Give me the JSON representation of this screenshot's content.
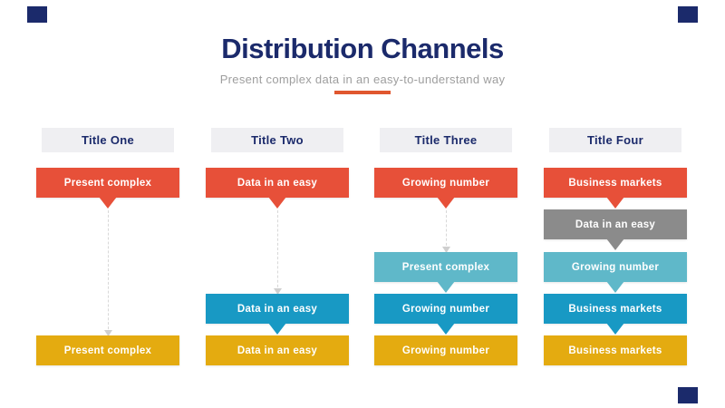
{
  "slide": {
    "title": "Distribution Channels",
    "subtitle": "Present complex data in an easy-to-understand way",
    "colors": {
      "navy": "#1B2A6B",
      "orange": "#E75039",
      "yellow": "#E4AB10",
      "teal": "#1899C4",
      "light_teal": "#5FB8C9",
      "gray": "#8B8B8B",
      "header_bg": "#EFEFF2",
      "subtitle_gray": "#9E9E9E",
      "underline_accent": "#E0572F",
      "connector_gray": "#D8D8D8"
    },
    "columns": [
      {
        "title": "Title One",
        "bars": [
          {
            "label": "Present complex",
            "color_key": "orange",
            "row": 0,
            "pointer": true
          },
          {
            "label": "Present complex",
            "color_key": "yellow",
            "row": 4,
            "pointer": false
          }
        ],
        "connector": {
          "from_row": 0,
          "to_row": 4
        }
      },
      {
        "title": "Title Two",
        "bars": [
          {
            "label": "Data in an easy",
            "color_key": "orange",
            "row": 0,
            "pointer": true
          },
          {
            "label": "Data in an easy",
            "color_key": "teal",
            "row": 3,
            "pointer": true
          },
          {
            "label": "Data in an easy",
            "color_key": "yellow",
            "row": 4,
            "pointer": false
          }
        ],
        "connector": {
          "from_row": 0,
          "to_row": 3
        }
      },
      {
        "title": "Title Three",
        "bars": [
          {
            "label": "Growing number",
            "color_key": "orange",
            "row": 0,
            "pointer": true
          },
          {
            "label": "Present complex",
            "color_key": "light_teal",
            "row": 2,
            "pointer": true
          },
          {
            "label": "Growing number",
            "color_key": "teal",
            "row": 3,
            "pointer": true
          },
          {
            "label": "Growing number",
            "color_key": "yellow",
            "row": 4,
            "pointer": false
          }
        ],
        "connector": {
          "from_row": 0,
          "to_row": 2
        }
      },
      {
        "title": "Title Four",
        "bars": [
          {
            "label": "Business markets",
            "color_key": "orange",
            "row": 0,
            "pointer": true
          },
          {
            "label": "Data in an easy",
            "color_key": "gray",
            "row": 1,
            "pointer": true
          },
          {
            "label": "Growing number",
            "color_key": "light_teal",
            "row": 2,
            "pointer": true
          },
          {
            "label": "Business markets",
            "color_key": "teal",
            "row": 3,
            "pointer": true
          },
          {
            "label": "Business markets",
            "color_key": "yellow",
            "row": 4,
            "pointer": false
          }
        ],
        "connector": null
      }
    ]
  }
}
